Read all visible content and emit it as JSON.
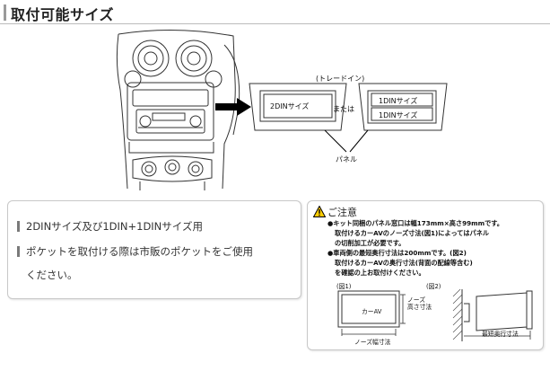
{
  "heading": "取付可能サイズ",
  "diagram": {
    "tray_in_label": "(トレードイン)",
    "panel_2din_label": "2DINサイズ",
    "or_label": "または",
    "panel_1din_top_label": "1DINサイズ",
    "panel_1din_bottom_label": "1DINサイズ",
    "panel_label": "パネル"
  },
  "info": {
    "items": [
      {
        "text": "2DINサイズ及び1DIN+1DINサイズ用"
      },
      {
        "text_line1": "ポケットを取付ける際は市販のポケットをご使用",
        "text_line2": "ください。"
      }
    ]
  },
  "caution": {
    "title": "ご注意",
    "lines": [
      "●キット同梱のパネル窓口は幅173mm×高さ99mmです。",
      "取付けるカーAVのノーズ寸法(図1)によってはパネル",
      "の切削加工が必要です。",
      "●車両側の最短奥行寸法は200mmです。(図2)",
      "取付けるカーAVの奥行寸法(背面の配線等含む)",
      "を確認の上お取付けください。"
    ],
    "fig1_label": "(図1)",
    "fig2_label": "(図2)",
    "fig1_unit_label": "カーAV",
    "fig1_nose_height_label": [
      "ノーズ",
      "高さ寸法"
    ],
    "fig1_nose_width_label": "ノーズ幅寸法",
    "fig2_depth_label": "最短奥行寸法"
  }
}
